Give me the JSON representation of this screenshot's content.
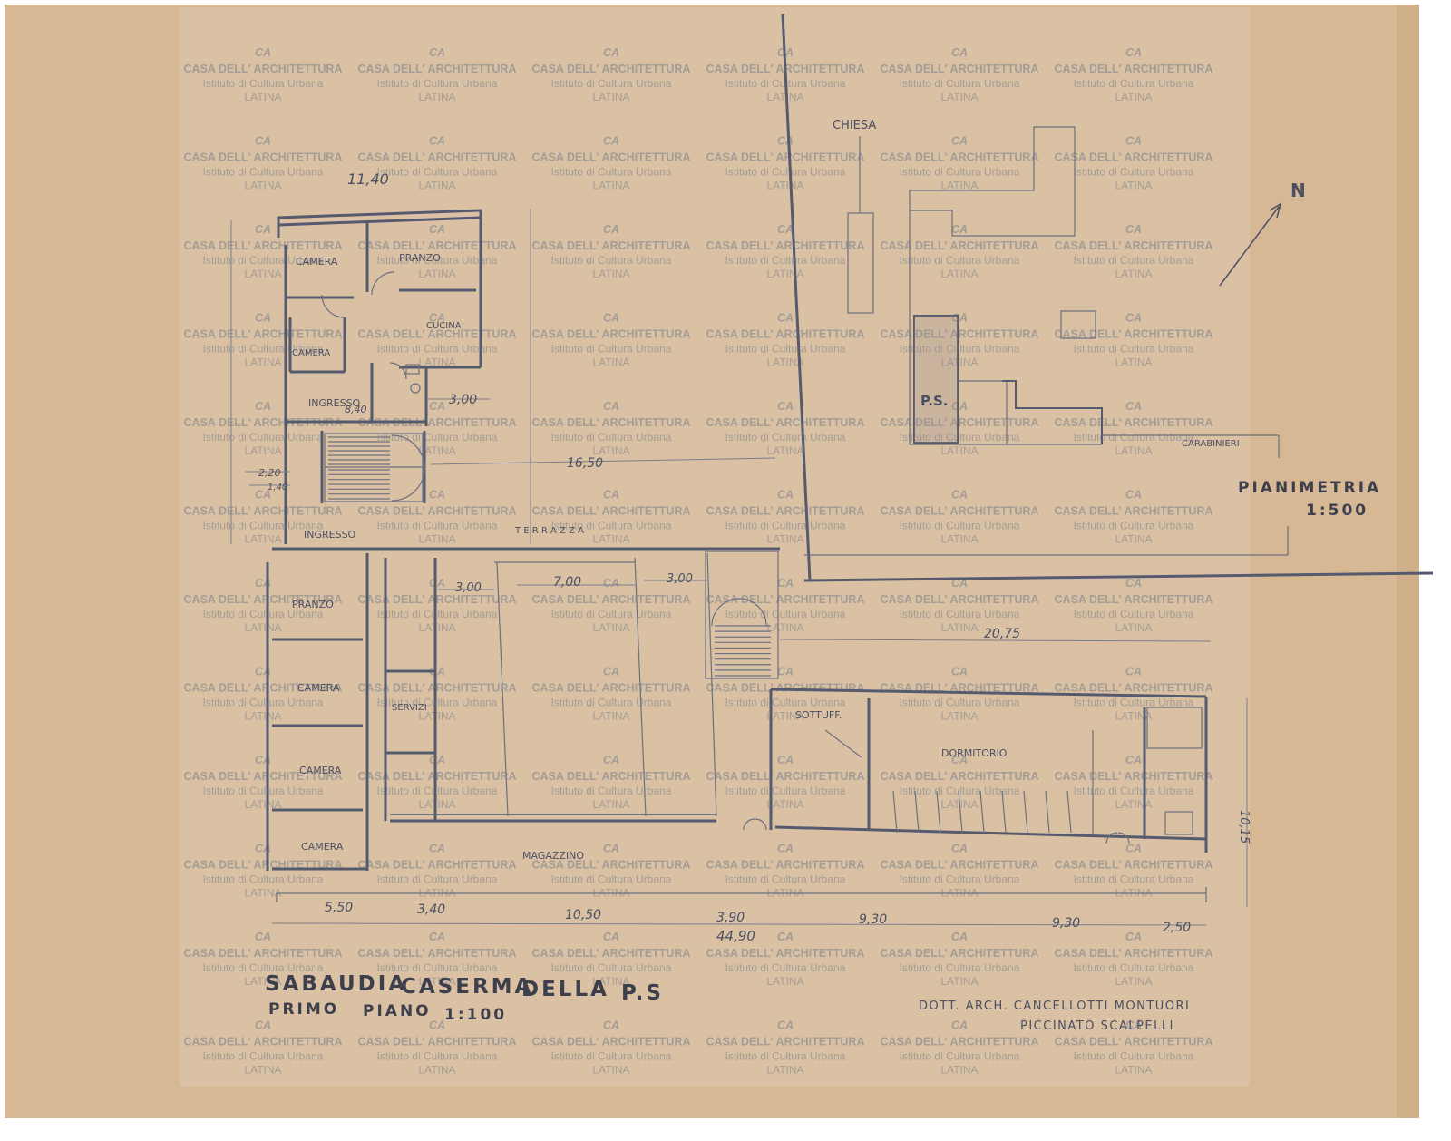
{
  "sheet": {
    "paper_color": "#d7b894",
    "overlay_color": "#dcc4a8",
    "ink_color": "#4a4f63"
  },
  "watermark": {
    "line1": "CASA DELL' ARCHITETTURA",
    "line2": "Istituto di Cultura Urbana",
    "line3": "LATINA",
    "icon": "logo-ca-icon"
  },
  "title_block": {
    "title_parts": [
      "SABAUDIA",
      "CASERMA",
      "DELLA",
      "P.S"
    ],
    "subtitle_parts": [
      "PRIMO",
      "PIANO",
      "1:100"
    ],
    "authors_line1": "DOTT. ARCH. CANCELLOTTI  MONTUORI",
    "authors_line2": "PICCINATO   SCALPELLI"
  },
  "site_plan": {
    "label": "PIANIMETRIA",
    "scale": "1:500",
    "north": "N",
    "church": "CHIESA",
    "ps": "P.S.",
    "carabinieri": "CARABINIERI"
  },
  "rooms": {
    "upper": {
      "camera_1": "CAMERA",
      "pranzo": "PRANZO",
      "cucina": "CUCINA",
      "camera_2": "CAMERA",
      "ingresso": "INGRESSO"
    },
    "lower": {
      "ingresso": "INGRESSO",
      "terrazza": "T E R R A Z Z A",
      "pranzo": "PRANZO",
      "camera_1": "CAMERA",
      "servizi": "SERVIZI",
      "camera_2": "CAMERA",
      "camera_3": "CAMERA",
      "magazzino": "MAGAZZINO",
      "sottuff": "SOTTUFF.",
      "dormitorio": "DORMITORIO"
    }
  },
  "dimensions": {
    "top_width": "11,40",
    "entry_area": "8,40",
    "d_300a": "3,00",
    "d_1650": "16,50",
    "d_220": "2,20",
    "d_140": "1,40",
    "d_300b": "3,00",
    "d_700": "7,00",
    "d_300c": "3,00",
    "d_2075": "20,75",
    "bottom": [
      "5,50",
      "3,40",
      "10,50",
      "3,90",
      "9,30",
      "9,30",
      "2,50"
    ],
    "total": "44,90",
    "right_side": "10,15"
  }
}
